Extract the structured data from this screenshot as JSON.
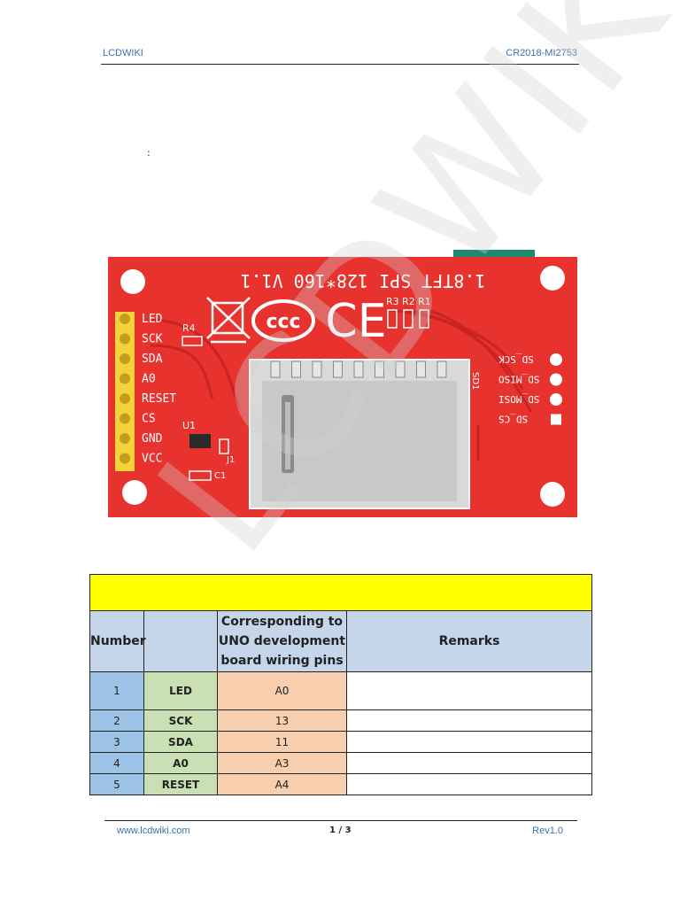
{
  "header": {
    "left": "LCDWIKI",
    "right": "CR2018-MI2753"
  },
  "body": {
    "colon": ":"
  },
  "watermark": "LCDWIKI",
  "board": {
    "top_text": "1.8TFT   SPI 128*160   V1.1",
    "pins": [
      "LED",
      "SCK",
      "SDA",
      "A0",
      "RESET",
      "CS",
      "GND",
      "VCC"
    ],
    "sd_pins": [
      "SD_SCK",
      "SD_MISO",
      "SD_MOSI",
      "SD_CS"
    ],
    "resistors": [
      "R3",
      "R2",
      "R1"
    ],
    "r4": "R4",
    "u1": "U1",
    "j1": "J1",
    "c1": "C1",
    "sd1": "SD1",
    "ce": "CE",
    "colors": {
      "pcb": "#e8322e",
      "pcb_dark": "#c92421",
      "silk": "#ffffff",
      "header": "#f2d43a",
      "slot": "#d9d9d9"
    }
  },
  "table": {
    "title": "",
    "headers": [
      "Number",
      "",
      "Corresponding to UNO development board wiring pins",
      "Remarks"
    ],
    "rows": [
      [
        "1",
        "LED",
        "A0",
        ""
      ],
      [
        "2",
        "SCK",
        "13",
        ""
      ],
      [
        "3",
        "SDA",
        "11",
        ""
      ],
      [
        "4",
        "A0",
        "A3",
        ""
      ],
      [
        "5",
        "RESET",
        "A4",
        ""
      ]
    ]
  },
  "footer": {
    "left": "www.lcdwiki.com",
    "center": "1 / 3",
    "right": "Rev1.0"
  }
}
